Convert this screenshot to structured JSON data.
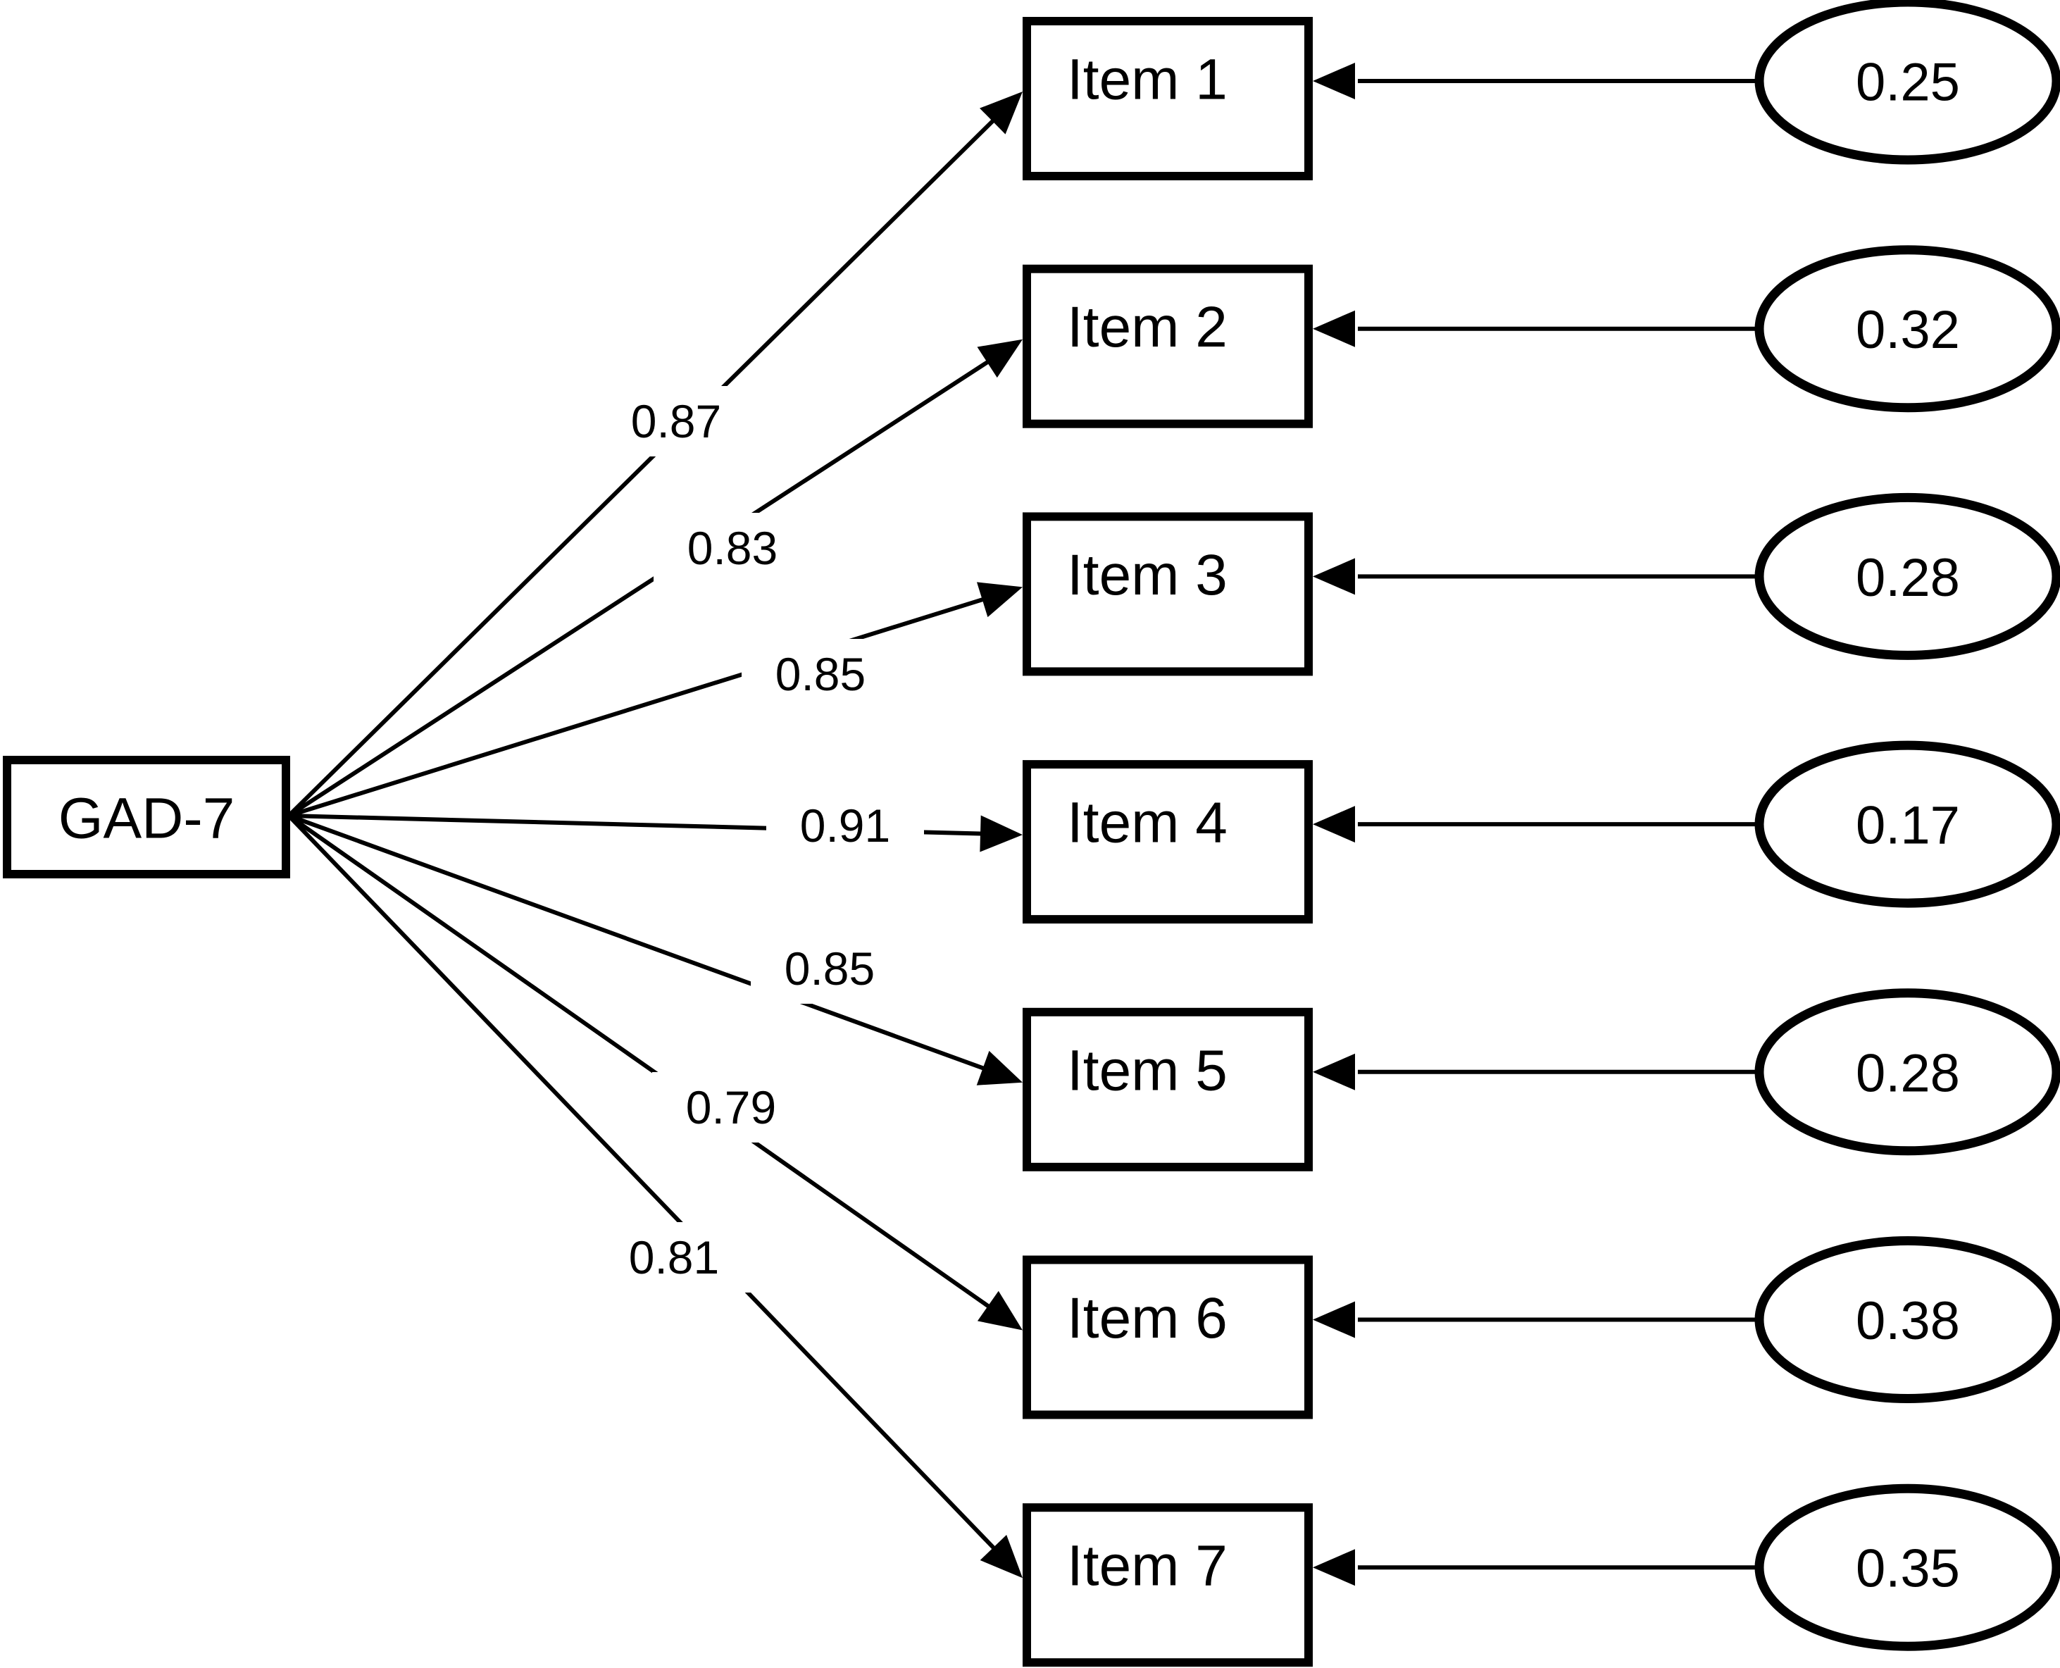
{
  "diagram": {
    "type": "cfa-path-diagram",
    "factor": {
      "label": "GAD-7"
    },
    "items": [
      {
        "label": "Item 1",
        "loading": "0.87",
        "error_variance": "0.25"
      },
      {
        "label": "Item 2",
        "loading": "0.83",
        "error_variance": "0.32"
      },
      {
        "label": "Item 3",
        "loading": "0.85",
        "error_variance": "0.28"
      },
      {
        "label": "Item 4",
        "loading": "0.91",
        "error_variance": "0.17"
      },
      {
        "label": "Item 5",
        "loading": "0.85",
        "error_variance": "0.28"
      },
      {
        "label": "Item 6",
        "loading": "0.79",
        "error_variance": "0.38"
      },
      {
        "label": "Item 7",
        "loading": "0.81",
        "error_variance": "0.35"
      }
    ],
    "colors": {
      "ink": "#000000",
      "paper": "#ffffff"
    }
  }
}
